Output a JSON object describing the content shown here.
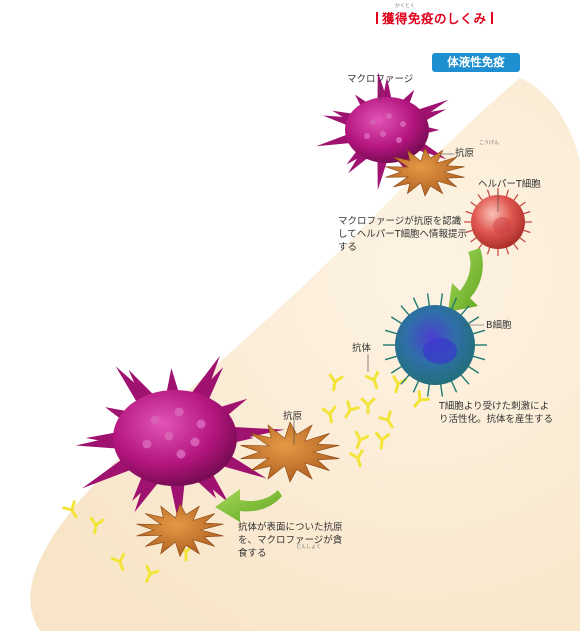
{
  "title": {
    "text": "獲得免疫のしくみ",
    "ruby": "かくとく"
  },
  "badge": "体液性免疫",
  "labels": {
    "macrophage": "マクロファージ",
    "antigen_top": "抗原",
    "antigen_top_ruby": "こうげん",
    "helper_t": "ヘルパーT細胞",
    "b_cell": "B細胞",
    "antibody": "抗体",
    "antigen_mid": "抗原"
  },
  "captions": {
    "step1": "マクロファージが抗原を認識してヘルパーT細胞へ情報提示する",
    "step2": "T細胞より受けた刺激により活性化。抗体を産生する",
    "step3": "抗体が表面についた抗原を、マクロファージが貪食する",
    "step3_ruby": "どんしょく"
  },
  "colors": {
    "title_red": "#e2001a",
    "badge_blue": "#1e8fd0",
    "background_cream": "#fbeed7",
    "macrophage_magenta": "#b4157e",
    "antigen_orange": "#cc7a2c",
    "helper_t_red": "#e0574f",
    "b_cell_blue": "#2f6fa8",
    "antibody_yellow": "#f3e43a",
    "arrow_green": "#7cc12c"
  },
  "icons": [
    "macrophage-cell-icon",
    "antigen-icon",
    "helper-t-cell-icon",
    "b-cell-icon",
    "antibody-icon",
    "arrow-icon"
  ]
}
